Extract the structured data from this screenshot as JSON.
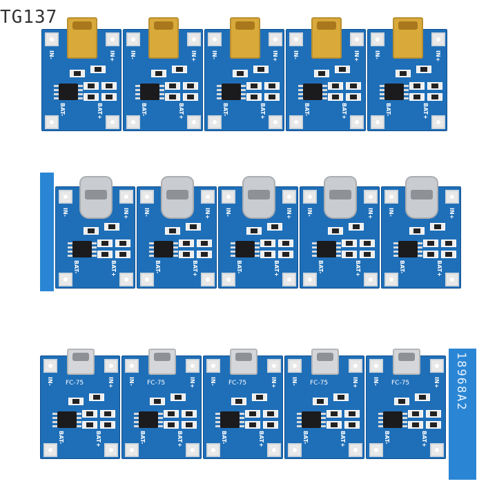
{
  "watermark": "TG137",
  "strip_label": "18968A2",
  "silkscreen": {
    "in_minus": "IN-",
    "in_plus": "IN+",
    "bat_minus": "BAT-",
    "bat_plus": "BAT+",
    "model": "FC-75"
  },
  "rows": [
    {
      "connector": "mini-usb",
      "connector_color": "#d9a93a",
      "boards": 5
    },
    {
      "connector": "usb-c",
      "connector_color": "#c9ccd0",
      "boards": 5
    },
    {
      "connector": "micro-usb",
      "connector_color": "#d4d6d9",
      "boards": 5
    }
  ],
  "board_color": "#1f6fb8"
}
